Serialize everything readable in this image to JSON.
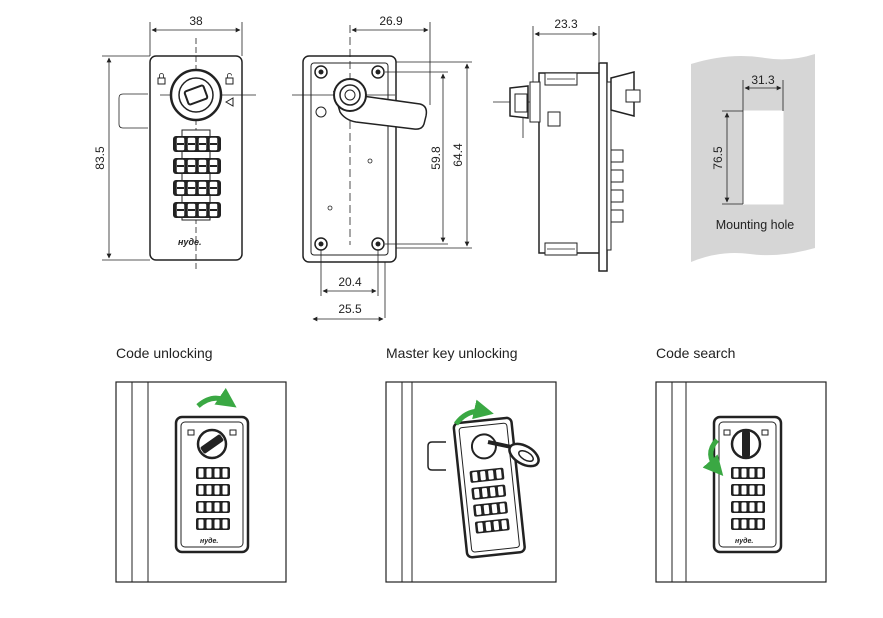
{
  "dimensions": {
    "front_width": "38",
    "front_height": "83.5",
    "back_top": "26.9",
    "back_inner_h": "59.8",
    "back_outer_h": "64.4",
    "back_bottom_1": "20.4",
    "back_bottom_2": "25.5",
    "side_depth": "23.3",
    "hole_width": "31.3",
    "hole_height": "76.5"
  },
  "mounting_hole_label": "Mounting hole",
  "brand_mark": "нуде.",
  "panels": [
    {
      "caption": "Code unlocking"
    },
    {
      "caption": "Master key unlocking"
    },
    {
      "caption": "Code search"
    }
  ],
  "colors": {
    "arrow_green": "#3aa843",
    "wall_gray": "#d6d6d6"
  },
  "icons": [
    "lock-icon",
    "unlock-icon",
    "arrow-icon",
    "rotate-arrow-icon",
    "key-icon"
  ]
}
